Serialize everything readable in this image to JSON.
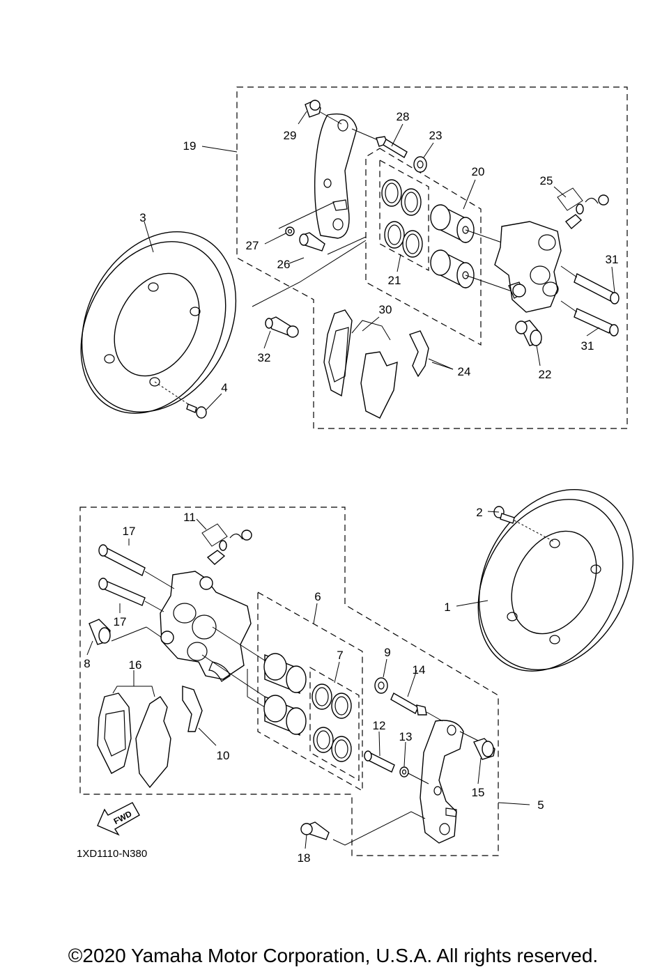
{
  "diagram_code": "1XD1110-N380",
  "fwd_label": "FWD",
  "copyright": "©2020 Yamaha Motor Corporation, U.S.A. All rights reserved.",
  "callouts": {
    "p1": "1",
    "p2": "2",
    "p3": "3",
    "p4": "4",
    "p5": "5",
    "p6": "6",
    "p7": "7",
    "p8": "8",
    "p9": "9",
    "p10": "10",
    "p11": "11",
    "p12": "12",
    "p13": "13",
    "p14": "14",
    "p15": "15",
    "p16": "16",
    "p17a": "17",
    "p17b": "17",
    "p18": "18",
    "p19": "19",
    "p20": "20",
    "p21": "21",
    "p22": "22",
    "p23": "23",
    "p24": "24",
    "p25": "25",
    "p26": "26",
    "p27": "27",
    "p28": "28",
    "p29": "29",
    "p30": "30",
    "p31a": "31",
    "p31b": "31",
    "p32": "32"
  }
}
